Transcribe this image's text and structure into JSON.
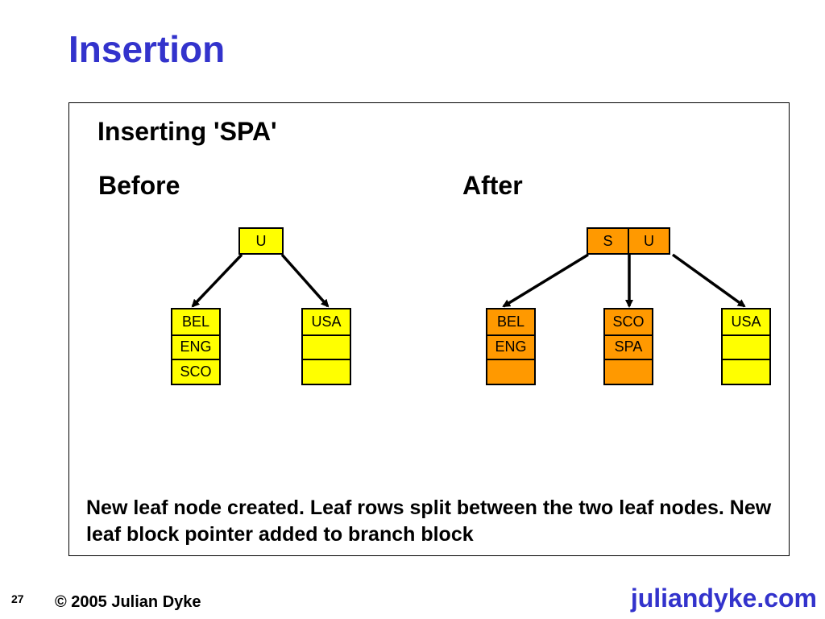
{
  "slide": {
    "title": "Insertion"
  },
  "panel": {
    "subtitle": "Inserting 'SPA'",
    "before_label": "Before",
    "after_label": "After",
    "caption": "New leaf node created. Leaf rows split between the two leaf nodes. New leaf block pointer added to branch block"
  },
  "before": {
    "root_keys": [
      "U"
    ],
    "leaves": [
      {
        "rows": [
          "BEL",
          "ENG",
          "SCO"
        ]
      },
      {
        "rows": [
          "USA",
          "",
          ""
        ]
      }
    ]
  },
  "after": {
    "root_keys": [
      "S",
      "U"
    ],
    "leaves": [
      {
        "rows": [
          "BEL",
          "ENG",
          ""
        ]
      },
      {
        "rows": [
          "SCO",
          "SPA",
          ""
        ]
      },
      {
        "rows": [
          "USA",
          "",
          ""
        ]
      }
    ]
  },
  "colors": {
    "title": "#3333cc",
    "node_before": "#ffff00",
    "node_after_split": "#ff9900",
    "arrow": "#000000"
  },
  "footer": {
    "page_number": "27",
    "copyright": "© 2005 Julian Dyke",
    "brand": "juliandyke.com"
  }
}
